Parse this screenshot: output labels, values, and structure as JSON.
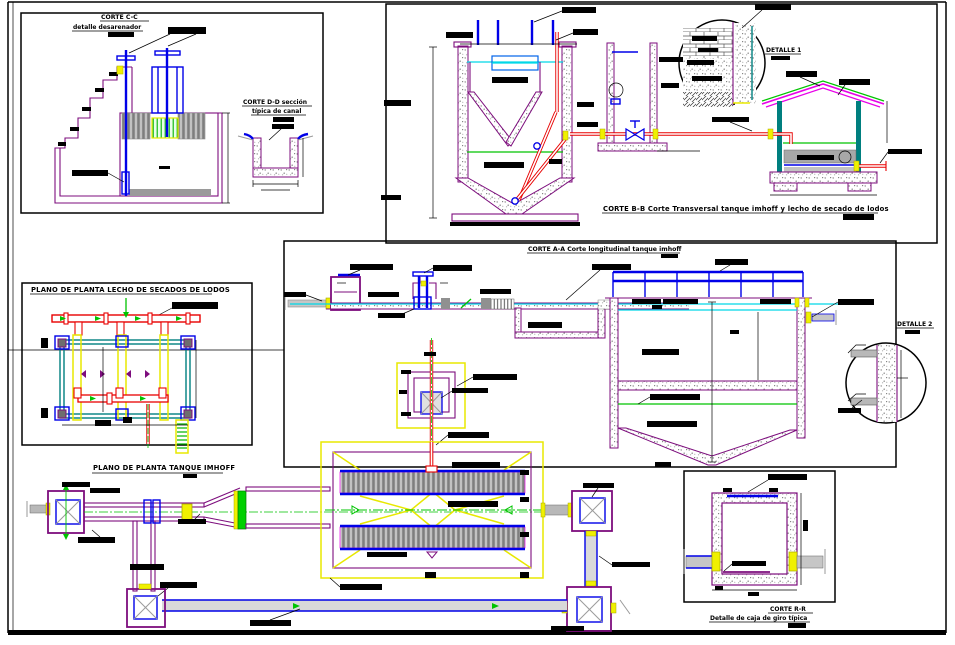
{
  "sheet": {
    "type": "cad-drawing",
    "background": "#ffffff",
    "border_color": "#000000"
  },
  "colors": {
    "wall_purple": "#7d0d7d",
    "pipe_red": "#e80000",
    "pipe_blue": "#0000e8",
    "water_cyan": "#00d8e8",
    "flow_green": "#00c400",
    "gate_yellow": "#e8e800",
    "structure_teal": "#007f7f",
    "concrete_gray": "#9a9a9a",
    "roof_magenta": "#e800e8"
  },
  "labels": {
    "corte_cc": {
      "title": "CORTE C-C",
      "subtitle": "detalle desarenador"
    },
    "corte_dd": {
      "title": "CORTE D-D sección",
      "subtitle": "típica de canal"
    },
    "detalle_1": {
      "title": "DETALLE 1"
    },
    "corte_bb": {
      "title": "CORTE B-B Corte Transversal tanque imhoff y lecho de secado de lodos"
    },
    "corte_aa": {
      "title": "CORTE A-A Corte longitudinal tanque imhoff"
    },
    "detalle_2": {
      "title": "DETALLE 2"
    },
    "plano_lecho": {
      "title": "PLANO DE PLANTA LECHO DE SECADOS DE LODOS"
    },
    "plano_tanque": {
      "title": "PLANO DE PLANTA TANQUE  IMHOFF"
    },
    "corte_rr": {
      "title": "CORTE R-R",
      "subtitle": "Detalle de caja de giro típica"
    }
  }
}
